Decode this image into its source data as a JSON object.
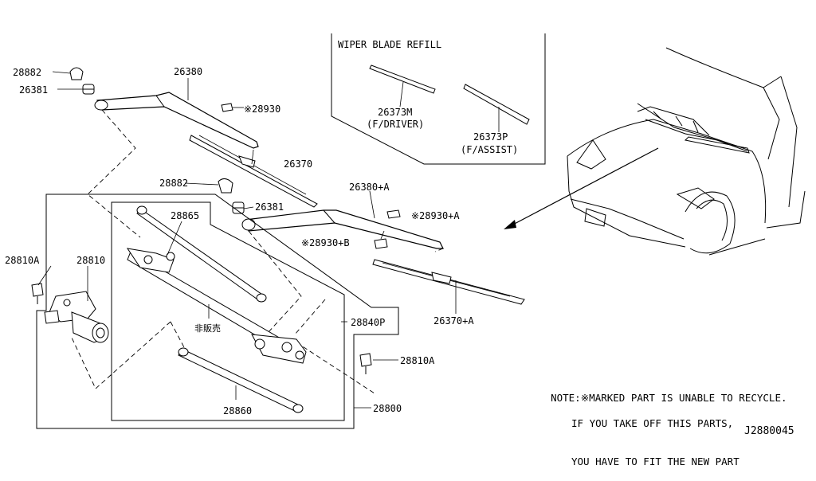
{
  "inset": {
    "title": "WIPER BLADE REFILL",
    "items": [
      {
        "part": "26373M",
        "desc": "(F/DRIVER)"
      },
      {
        "part": "26373P",
        "desc": "(F/ASSIST)"
      }
    ]
  },
  "labels": {
    "p28882_top": "28882",
    "p26381_top": "26381",
    "p26380": "26380",
    "p28930": "※28930",
    "p26370": "26370",
    "p28882_mid": "28882",
    "p26381_mid": "26381",
    "p26380a": "26380+A",
    "p28930a": "※28930+A",
    "p28930b": "※28930+B",
    "p28865": "28865",
    "p28810a_left": "28810A",
    "p28810": "28810",
    "not_for_sale": "非販売",
    "p28840p": "28840P",
    "p26370a": "26370+A",
    "p28810a_right": "28810A",
    "p28860": "28860",
    "p28800": "28800"
  },
  "note": {
    "line1": "NOTE:※MARKED PART IS UNABLE TO RECYCLE.",
    "line2": "IF YOU TAKE OFF THIS PARTS,",
    "line3": "YOU HAVE TO FIT THE NEW PART"
  },
  "diagram_code": "J2880045"
}
